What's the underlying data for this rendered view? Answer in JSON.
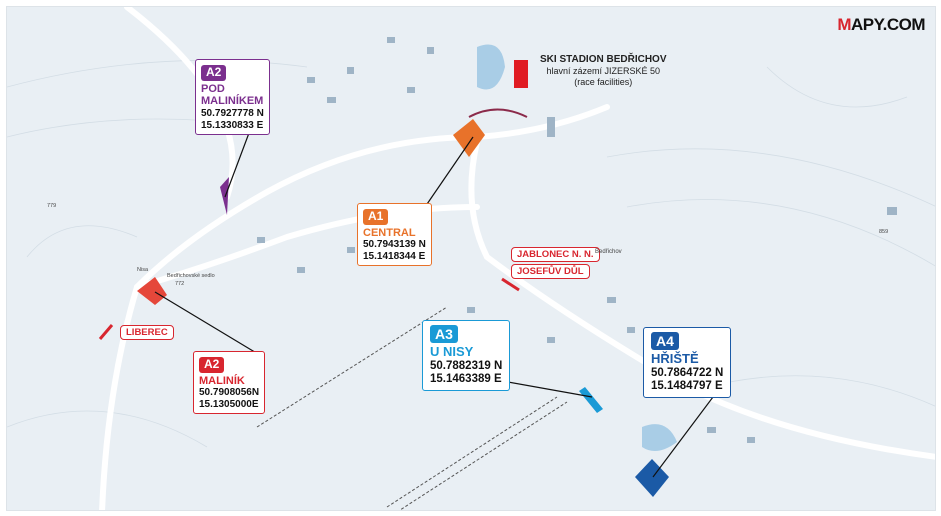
{
  "logo": {
    "m": "M",
    "rest": "APY.COM"
  },
  "stadion": {
    "title": "SKI STADION BEDŘICHOV",
    "line1": "hlavní zázemí JIZERSKÉ 50",
    "line2": "(race facilities)"
  },
  "locations": [
    {
      "code": "A2",
      "name": "POD",
      "name2": "MALINÍKEM",
      "lat": "50.7927778 N",
      "lon": "15.1330833 E",
      "color": "#7b2f8e"
    },
    {
      "code": "A1",
      "name": "CENTRAL",
      "lat": "50.7943139 N",
      "lon": "15.1418344 E",
      "color": "#e8722a"
    },
    {
      "code": "A2",
      "name": "MALINÍK",
      "lat": "50.7908056N",
      "lon": "15.1305000E",
      "color": "#d8262f"
    },
    {
      "code": "A3",
      "name": "U NISY",
      "lat": "50.7882319 N",
      "lon": "15.1463389 E",
      "color": "#1a9ad6"
    },
    {
      "code": "A4",
      "name": "HŘIŠTĚ",
      "lat": "50.7864722 N",
      "lon": "15.1484797 E",
      "color": "#1b5aa6"
    }
  ],
  "directions": {
    "jablonec": "JABLONEC N. N.",
    "josefuv": "JOSEFŮV DŮL",
    "liberec": "LIBEREC"
  },
  "map_labels": {
    "bedrichov": "Bedřichov",
    "sedlo": "Bedřichovské sedlo",
    "h772": "772",
    "h779": "779",
    "h859": "859",
    "nisa": "Nisa"
  }
}
